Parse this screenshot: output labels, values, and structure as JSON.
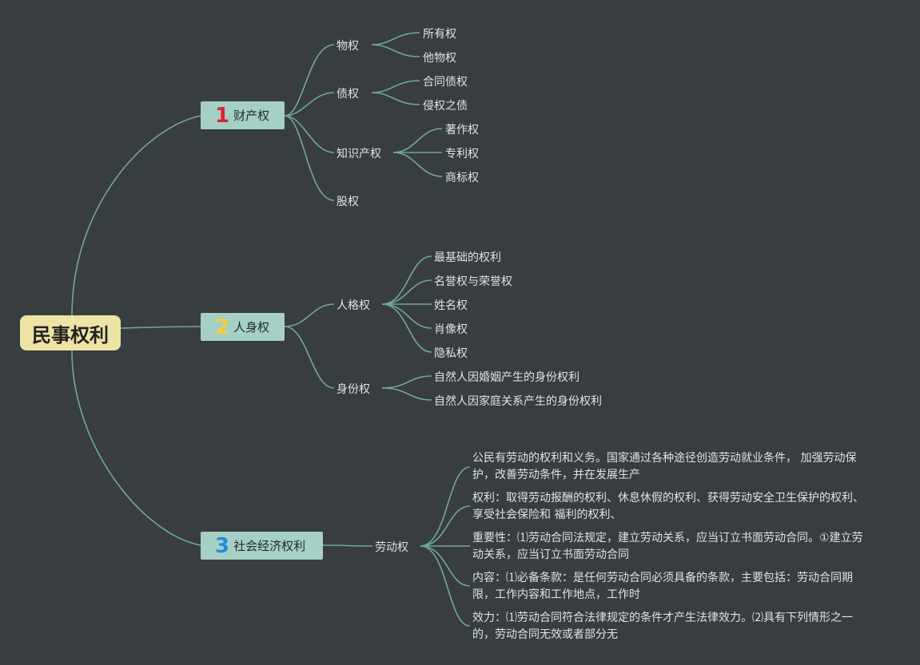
{
  "root": "民事权利",
  "branches": [
    {
      "num": "1",
      "label": "财产权",
      "color": "#d8233a"
    },
    {
      "num": "2",
      "label": "人身权",
      "color": "#f4d23c"
    },
    {
      "num": "3",
      "label": "社会经济权利",
      "color": "#1e8ede"
    }
  ],
  "property": {
    "wuquan": "物权",
    "suoyouquan": "所有权",
    "tawuquan": "他物权",
    "zhaiquan": "债权",
    "hetongzhaiquan": "合同债权",
    "qinquanzhizhai": "侵权之债",
    "zhishichanquan": "知识产权",
    "zhuzuoquan": "著作权",
    "zhuanliquan": "专利权",
    "shangbiaoquan": "商标权",
    "guquan": "股权"
  },
  "personal": {
    "rengequan": "人格权",
    "rengequan_items": [
      "最基础的权利",
      "名誉权与荣誉权",
      "姓名权",
      "肖像权",
      "隐私权"
    ],
    "shenfenquan": "身份权",
    "shenfenquan_items": [
      "自然人因婚姻产生的身份权利",
      "自然人因家庭关系产生的身份权利"
    ]
  },
  "social": {
    "laodongquan": "劳动权",
    "items": [
      "公民有劳动的权利和义务。国家通过各种途径创造劳动就业条件， 加强劳动保护，改善劳动条件，并在发展生产",
      "权利：取得劳动报酬的权利、休息休假的权利、获得劳动安全卫生保护的权利、享受社会保险和 福利的权利、",
      "重要性：⑴劳动合同法规定，建立劳动关系，应当订立书面劳动合同。①建立劳动关系，应当订立书面劳动合同",
      "内容：⑴必备条款：是任何劳动合同必须具备的条款，主要包括：劳动合同期限，工作内容和工作地点，工作时",
      "效力：⑴劳动合同符合法律规定的条件才产生法律效力。⑵具有下列情形之一的，劳动合同无效或者部分无"
    ]
  }
}
